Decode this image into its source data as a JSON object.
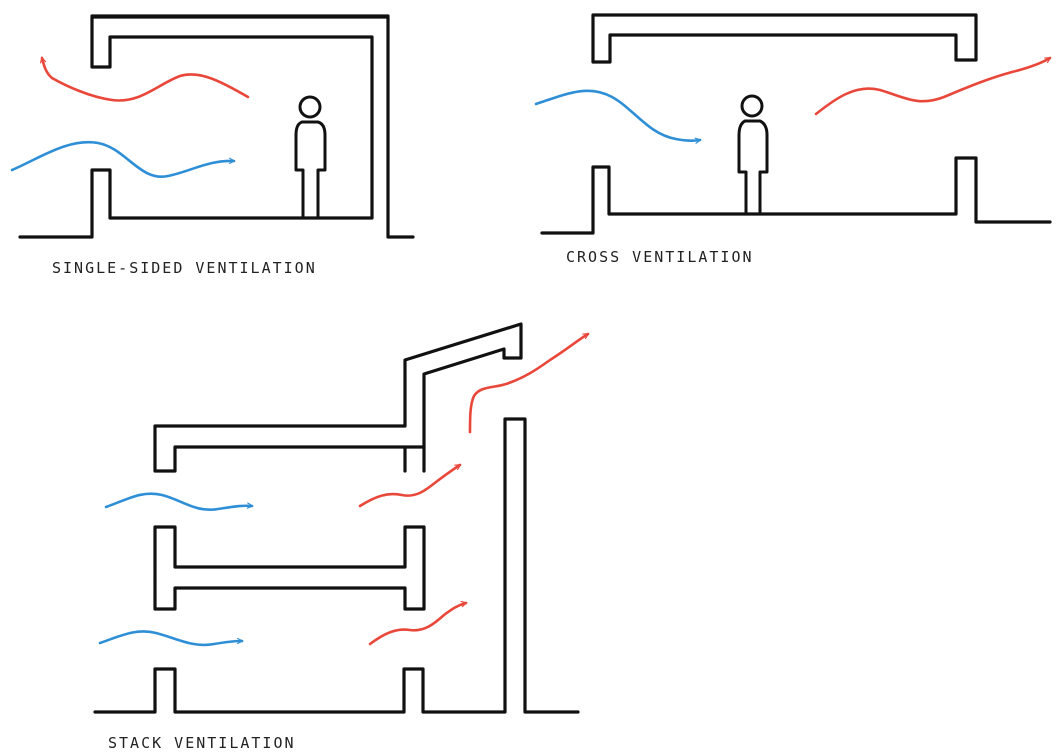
{
  "colors": {
    "warm_air": "#e8473a",
    "cool_air": "#2f8fd6",
    "wall": "#111111",
    "background": "#ffffff"
  },
  "diagrams": {
    "single_sided": {
      "caption": "SINGLE-SIDED VENTILATION"
    },
    "cross": {
      "caption": "CROSS VENTILATION"
    },
    "stack": {
      "caption": "STACK VENTILATION"
    }
  },
  "icons": [
    "person-icon",
    "warm-air-arrow-icon",
    "cool-air-arrow-icon"
  ]
}
